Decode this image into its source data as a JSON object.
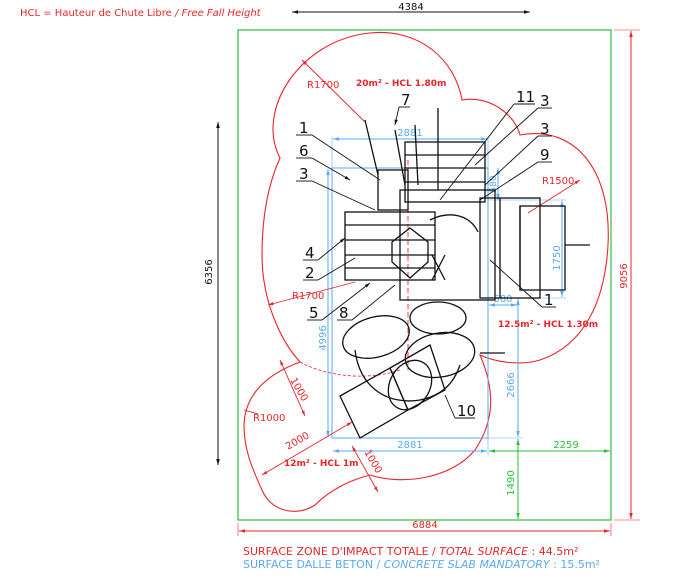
{
  "legend": {
    "hcl_def": "HCL = Hauteur de Chute Libre",
    "hcl_def_en": "/ Free Fall Height"
  },
  "dimensions": {
    "top_width": "4384",
    "left_height": "6356",
    "right_height": "9056",
    "bottom_total": "6884",
    "inner_width_top": "2881",
    "inner_width_bottom": "2881",
    "inner_height": "4996",
    "right_module": "1750",
    "offset_580_top": "580",
    "offset_580": "580",
    "right_2666": "2666",
    "green_2259": "2259",
    "green_1490": "1490",
    "slide_1000_a": "1000",
    "slide_1000_b": "1000",
    "slide_2000": "2000"
  },
  "radii": {
    "r_top": "R1700",
    "r_left": "R1700",
    "r_right": "R1500",
    "r_slide": "R1000"
  },
  "zones": {
    "top": "20m² - HCL 1.80m",
    "right": "12.5m² - HCL 1.30m",
    "slide": "12m² - HCL 1m"
  },
  "callouts": [
    "1",
    "6",
    "3",
    "7",
    "11",
    "3",
    "3",
    "9",
    "4",
    "2",
    "5",
    "8",
    "1",
    "10"
  ],
  "footer": {
    "total_fr": "SURFACE ZONE D'IMPACT TOTALE / ",
    "total_en": "TOTAL SURFACE",
    "total_val": " : 44.5m²",
    "slab_fr": "SURFACE DALLE BETON / ",
    "slab_en": "CONCRETE SLAB MANDATORY",
    "slab_val": " : 15.5m²"
  },
  "colors": {
    "red": "#e8252a",
    "blue": "#5aa9f0",
    "green": "#2bbf3a",
    "black": "#111111"
  }
}
